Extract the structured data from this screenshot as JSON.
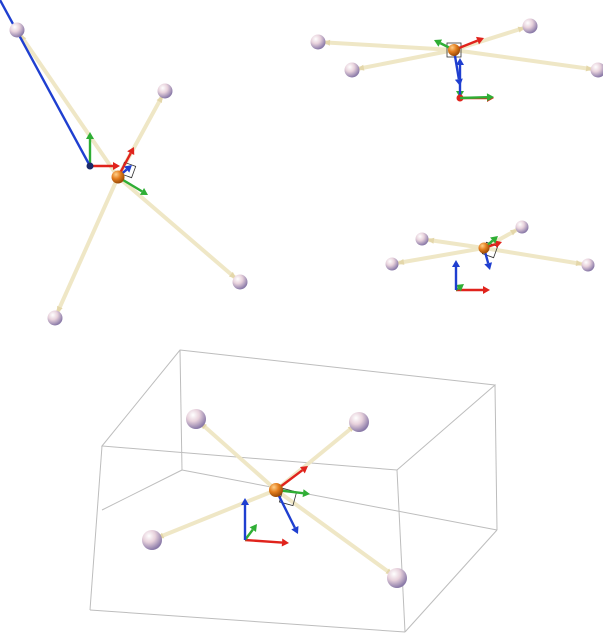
{
  "figure": {
    "panels": [
      {
        "id": "top-left-view"
      },
      {
        "id": "top-right-view"
      },
      {
        "id": "middle-right-view"
      },
      {
        "id": "perspective-box-view"
      }
    ]
  },
  "colors": {
    "background": "#ffffff",
    "bond": "#efe6c4",
    "bond_stroke": "#e4d7aa",
    "center_atom": "#e07a1c",
    "ligand_atom": "#d9b8c8",
    "axis_x": "#e0231c",
    "axis_y": "#2fae35",
    "axis_z": "#1f3fd0",
    "origin_dot": "#1a2a6a",
    "box_edge": "#bdbdbd",
    "frame_square": "#333333"
  },
  "icons": {
    "atom": "sphere-icon",
    "axis": "arrow-icon"
  }
}
